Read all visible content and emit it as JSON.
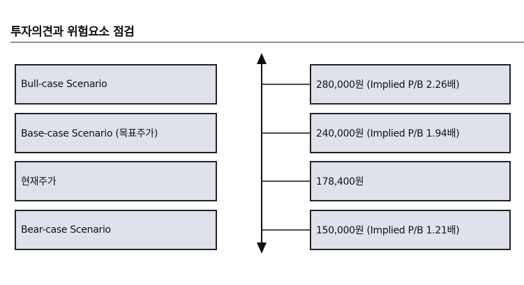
{
  "header": {
    "title": "투자의견과 위험요소 점검"
  },
  "scenarios": [
    {
      "label": "Bull-case Scenario",
      "value": "280,000원 (Implied P/B 2.26배)"
    },
    {
      "label": "Base-case Scenario (목표주가)",
      "value": "240,000원 (Implied P/B 1.94배)"
    },
    {
      "label": "현재주가",
      "value": "178,400원"
    },
    {
      "label": "Bear-case Scenario",
      "value": "150,000원 (Implied P/B 1.21배)"
    }
  ],
  "colors": {
    "box_fill": "#dfe2eb",
    "box_border": "#222222",
    "line": "#111111"
  }
}
